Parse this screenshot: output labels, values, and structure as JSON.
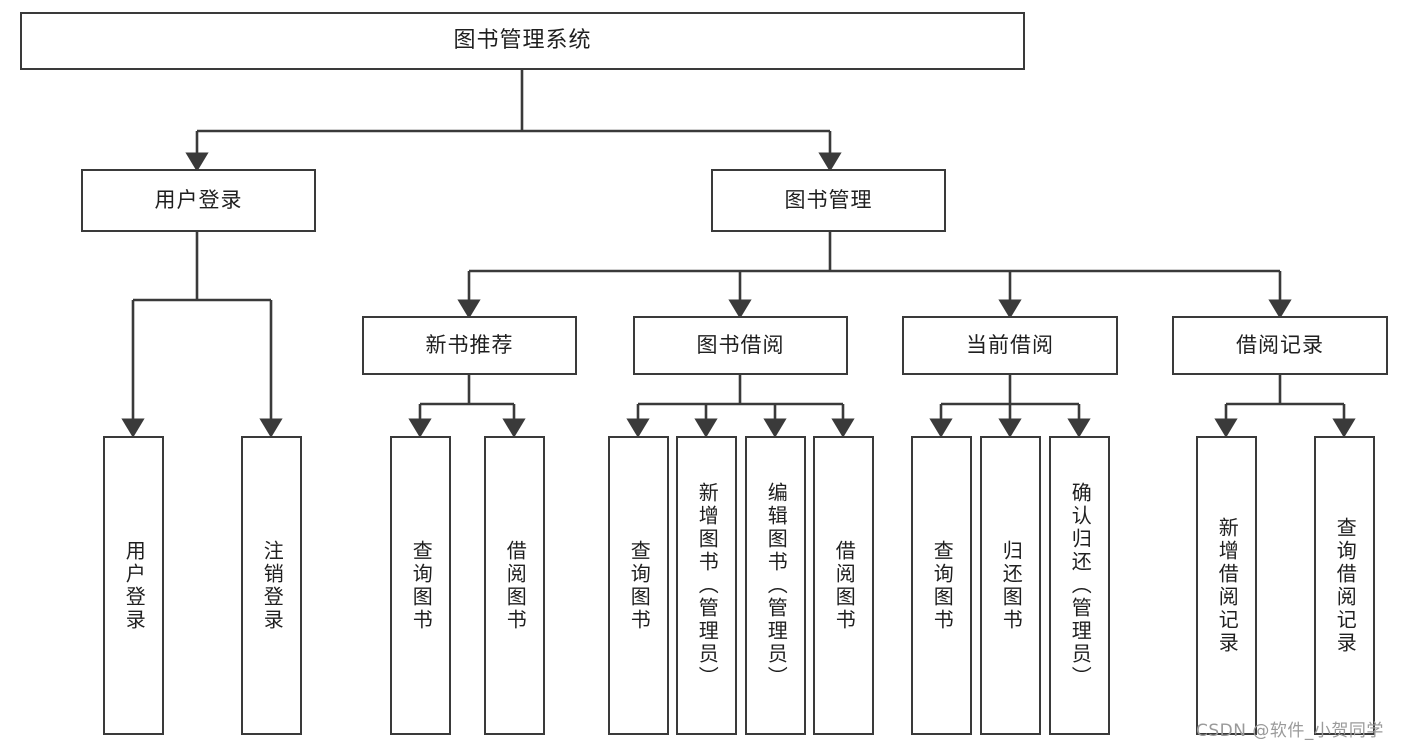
{
  "diagram": {
    "type": "tree",
    "title": "图书管理系统",
    "orientation": "top-down",
    "line_color": "#3a3a3a",
    "box_fill": "#ffffff",
    "text_color": "#1f1f1f"
  },
  "root": {
    "label": "图书管理系统"
  },
  "level2": [
    {
      "label": "用户登录"
    },
    {
      "label": "图书管理"
    }
  ],
  "level3": [
    {
      "label": "新书推荐"
    },
    {
      "label": "图书借阅"
    },
    {
      "label": "当前借阅"
    },
    {
      "label": "借阅记录"
    }
  ],
  "leaves": {
    "user_login": [
      {
        "label": "用户登录"
      },
      {
        "label": "注销登录"
      }
    ],
    "new_book": [
      {
        "label": "查询图书"
      },
      {
        "label": "借阅图书"
      }
    ],
    "book_borrow": [
      {
        "label": "查询图书"
      },
      {
        "label": "新增图书（管理员）"
      },
      {
        "label": "编辑图书（管理员）"
      },
      {
        "label": "借阅图书"
      }
    ],
    "current_borrow": [
      {
        "label": "查询图书"
      },
      {
        "label": "归还图书"
      },
      {
        "label": "确认归还（管理员）"
      }
    ],
    "borrow_record": [
      {
        "label": "新增借阅记录"
      },
      {
        "label": "查询借阅记录"
      }
    ]
  },
  "watermark": {
    "text": "CSDN @软件_小贺同学",
    "color": "#9a9a9a"
  }
}
